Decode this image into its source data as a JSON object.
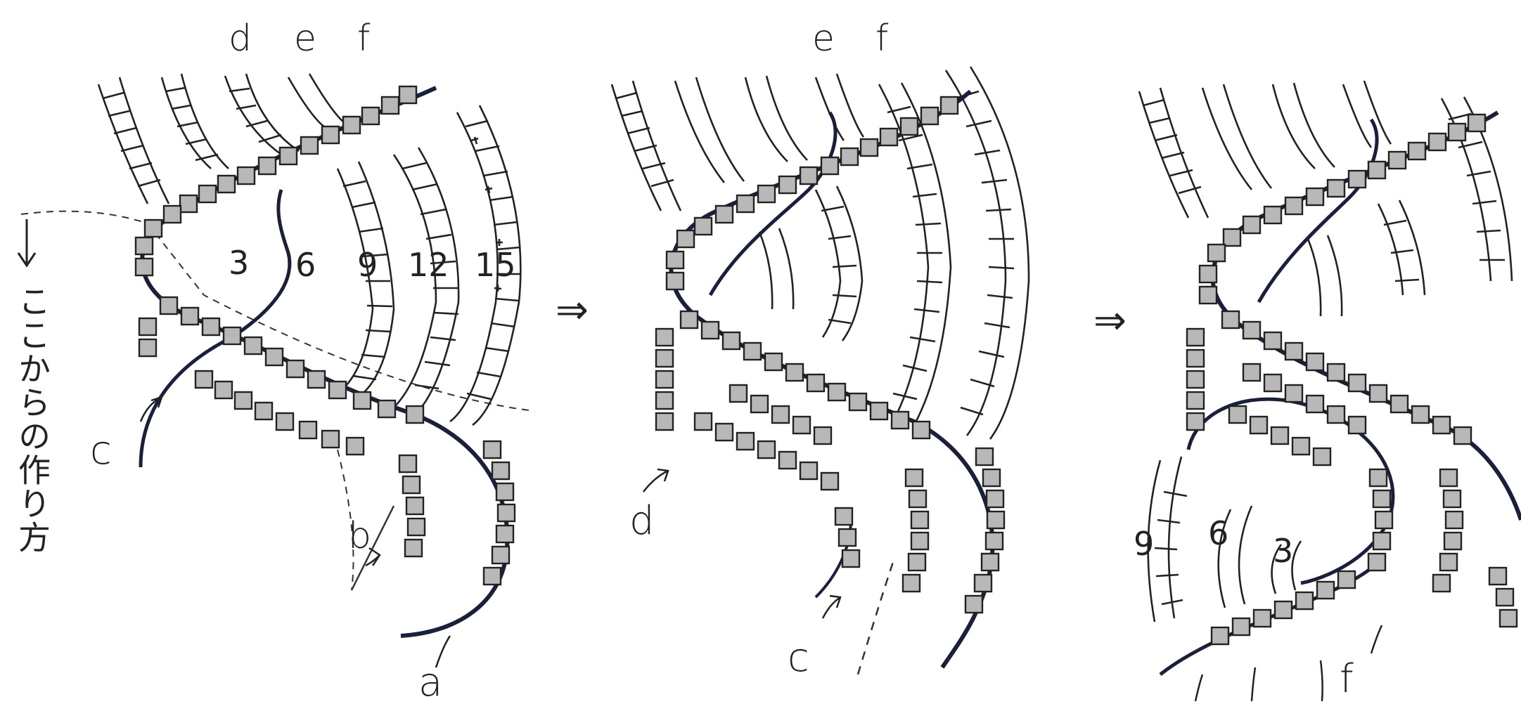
{
  "side_caption": "ここからの作り方",
  "labels": {
    "p1_top": [
      "d",
      "e",
      "f"
    ],
    "p1_nums": [
      "3",
      "6",
      "9",
      "12",
      "15"
    ],
    "p1_strands": [
      "c",
      "b",
      "a"
    ],
    "p2_top": [
      "e",
      "f"
    ],
    "p2_strands": [
      "d",
      "c"
    ],
    "p3_nums": [
      "9",
      "6",
      "3"
    ],
    "p3_strand": "f"
  },
  "arrows": [
    "⇒",
    "⇒"
  ],
  "colors": {
    "ink": "#1a1f3a",
    "bead_fill": "#b8b8b8",
    "bead_stroke": "#222222"
  }
}
